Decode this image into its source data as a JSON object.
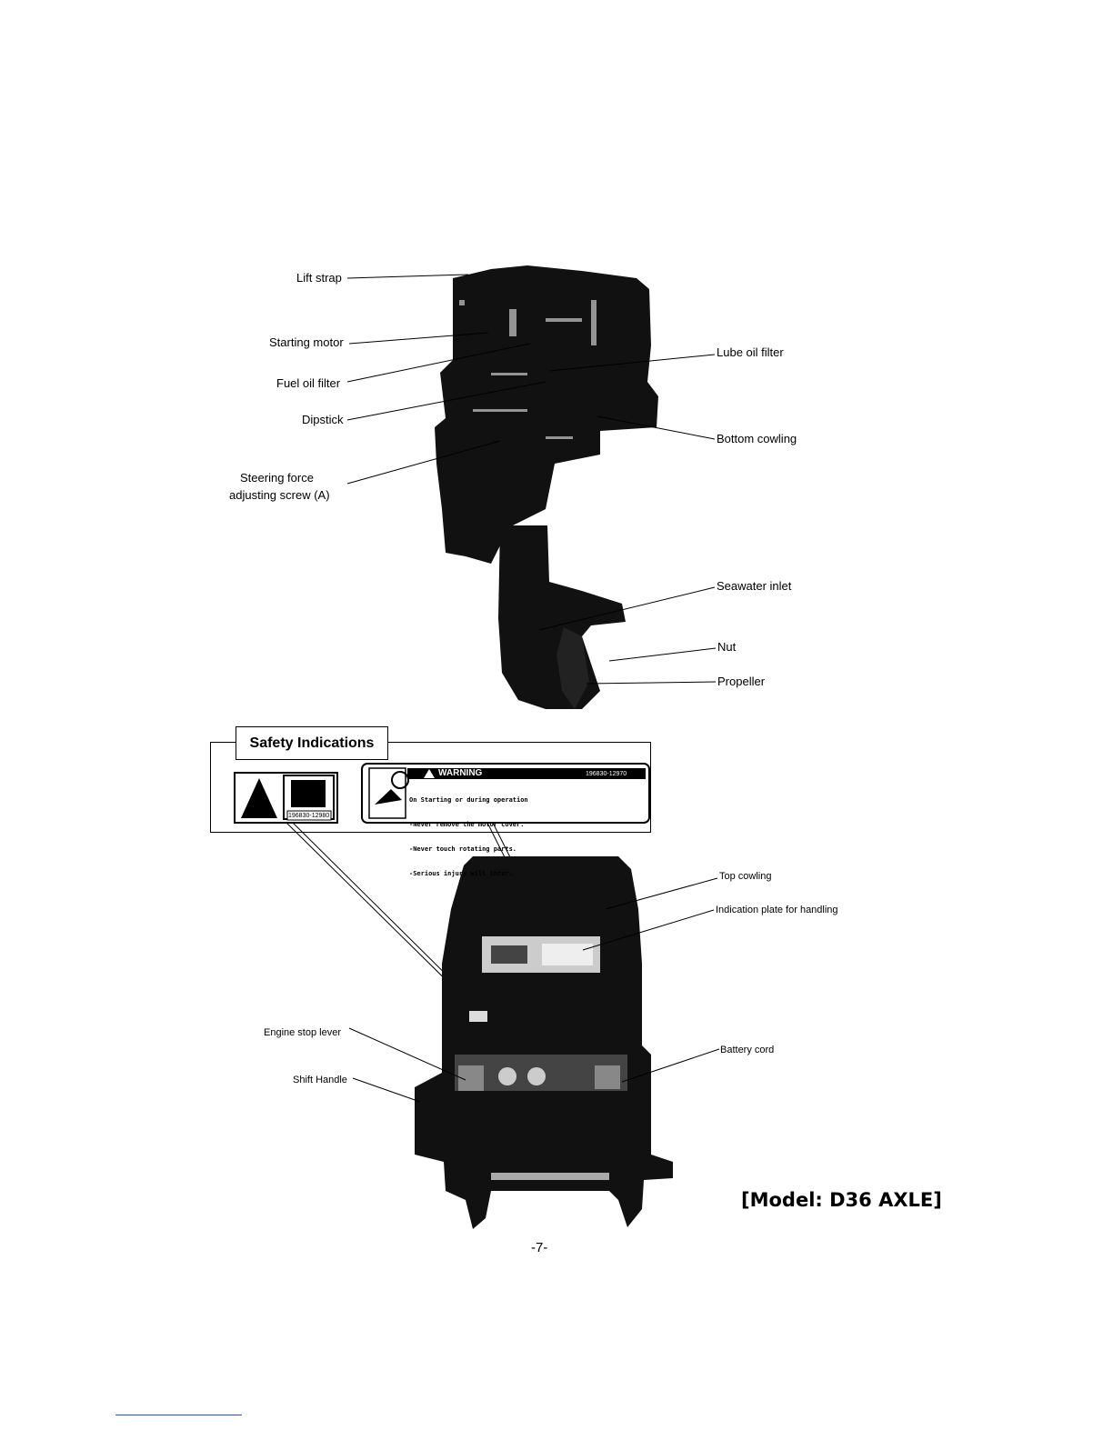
{
  "labels_top": {
    "lift_strap": "Lift strap",
    "starting_motor": "Starting motor",
    "fuel_oil_filter": "Fuel oil filter",
    "dipstick": "Dipstick",
    "steering_force_1": "Steering force",
    "steering_force_2": "adjusting screw (A)",
    "lube_oil_filter": "Lube oil filter",
    "bottom_cowling": "Bottom cowling",
    "seawater_inlet": "Seawater inlet",
    "nut": "Nut",
    "propeller": "Propeller"
  },
  "safety": {
    "title": "Safety Indications",
    "label_code_left": "196830-12980",
    "warning_heading": "WARNING",
    "warning_code": "196830-12970",
    "warning_lines": [
      "On Starting or during operation",
      "-Never remove the motor cover.",
      "-Never touch rotating parts.",
      "-Serious injury will incur."
    ]
  },
  "labels_bottom": {
    "top_cowling": "Top cowling",
    "indication_plate": "Indication plate for handling",
    "engine_stop_lever": "Engine stop lever",
    "shift_handle": "Shift Handle",
    "battery_cord": "Battery cord"
  },
  "model": "[Model: D36 AXLE]",
  "page_number": "-7-"
}
